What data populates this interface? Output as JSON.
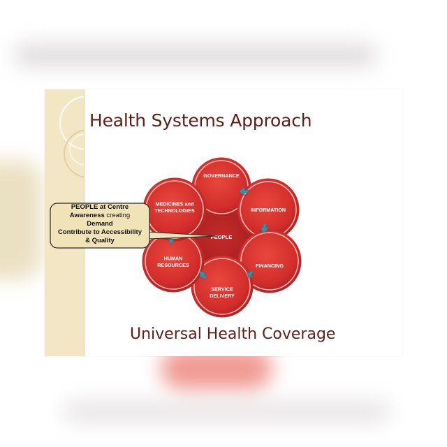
{
  "slide": {
    "title": "Health Systems Approach",
    "subtitle": "Universal Health Coverage"
  },
  "callout": {
    "line1": "PEOPLE at Centre",
    "line2_bold": "Awareness",
    "line2_rest": " creating",
    "line3": "Demand",
    "line4": "Contribute to Accessibility",
    "line5": "& Quality"
  },
  "diagram": {
    "center": "PEOPLE",
    "nodes": [
      {
        "id": "governance",
        "lines": [
          "GOVERNANCE"
        ]
      },
      {
        "id": "information",
        "lines": [
          "INFORMATION"
        ]
      },
      {
        "id": "financing",
        "lines": [
          "FINANCING"
        ]
      },
      {
        "id": "service-delivery",
        "lines": [
          "SERVICE",
          "DELIVERY"
        ]
      },
      {
        "id": "human-resources",
        "lines": [
          "HUMAN",
          "RESOURCES"
        ]
      },
      {
        "id": "medicines-technologies",
        "lines": [
          "MEDICINES and",
          "TECHNOLOGIES"
        ]
      }
    ]
  },
  "colors": {
    "title": "#5e1f1a",
    "node": "#d6302e",
    "node_dark": "#a8201f",
    "arrow": "#3e8fa6",
    "sidebar": "#f2e6c4"
  }
}
